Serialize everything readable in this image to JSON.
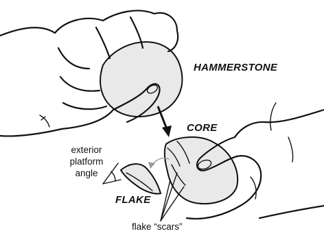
{
  "labels": {
    "hammerstone": "HAMMERSTONE",
    "core": "CORE",
    "flake": "FLAKE",
    "angle_line1": "exterior",
    "angle_line2": "platform",
    "angle_line3": "angle",
    "scars": "flake “scars”"
  },
  "colors": {
    "ink": "#111111",
    "stone_fill": "#e9e9e9",
    "curved_arrow": "#9a9a9a"
  }
}
